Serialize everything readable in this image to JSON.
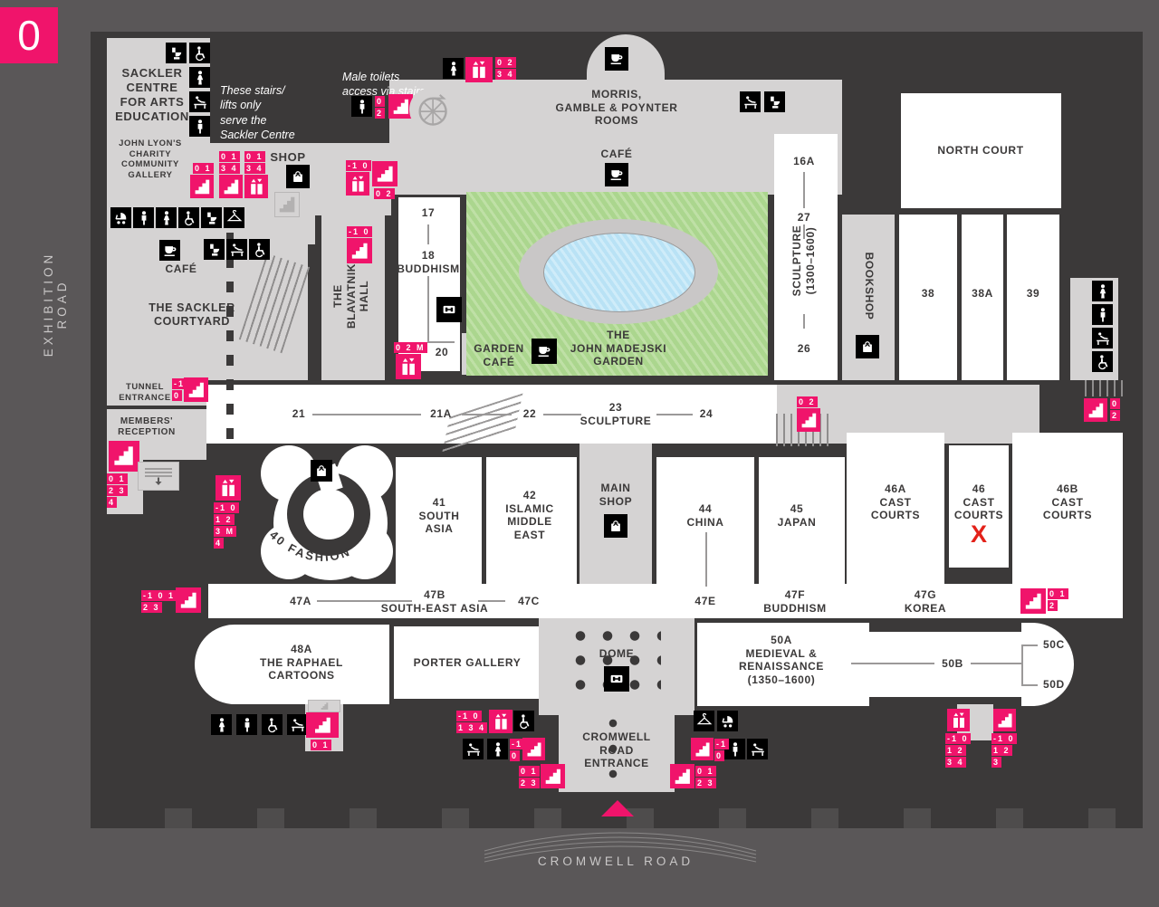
{
  "badge": "0",
  "streets": {
    "left": "EXHIBITION ROAD",
    "bottom": "CROMWELL ROAD"
  },
  "notes": {
    "sackler_stairs": "These stairs/\nlifts only\nserve the\nSackler Centre",
    "male_toilets": "Male toilets\naccess via stairs"
  },
  "labels": {
    "sackler_centre": "SACKLER\nCENTRE\nFOR ARTS\nEDUCATION",
    "john_lyons": "JOHN LYON'S\nCHARITY\nCOMMUNITY\nGALLERY",
    "shop": "SHOP",
    "morris": "MORRIS,\nGAMBLE & POYNTER\nROOMS",
    "cafe_top": "CAFÉ",
    "cafe_left": "CAFÉ",
    "sackler_courtyard": "THE SACKLER\nCOURTYARD",
    "tunnel": "TUNNEL\nENTRANCE",
    "members": "MEMBERS'\nRECEPTION",
    "blavatnik": "THE\nBLAVATNIK\nHALL",
    "r17": "17",
    "r18": "18\nBUDDHISM",
    "r20": "20",
    "garden_cafe": "GARDEN\nCAFÉ",
    "garden": "THE\nJOHN MADEJSKI\nGARDEN",
    "r16a": "16A",
    "r27": "27",
    "sculpture_vert": "SCULPTURE\n(1300–1600)",
    "r26": "26",
    "north_court": "NORTH COURT",
    "bookshop": "BOOKSHOP",
    "r38": "38",
    "r38a": "38A",
    "r39": "39",
    "r21": "21",
    "r21a": "21A",
    "r22": "22",
    "r23": "23\nSCULPTURE",
    "r24": "24",
    "fashion": "40 FASHION",
    "r41": "41\nSOUTH\nASIA",
    "r42": "42\nISLAMIC\nMIDDLE\nEAST",
    "main_shop": "MAIN\nSHOP",
    "r44": "44\nCHINA",
    "r45": "45\nJAPAN",
    "r46a": "46A\nCAST\nCOURTS",
    "r46": "46\nCAST\nCOURTS",
    "r46b": "46B\nCAST\nCOURTS",
    "closed_mark": "X",
    "r47a": "47A",
    "r47b": "47B\nSOUTH-EAST ASIA",
    "r47c": "47C",
    "r47e": "47E",
    "r47f": "47F\nBUDDHISM",
    "r47g": "47G\nKOREA",
    "r48a": "48A\nTHE RAPHAEL\nCARTOONS",
    "porter": "PORTER GALLERY",
    "dome": "DOME",
    "cromwell_entrance": "CROMWELL\nROAD\nENTRANCE",
    "r50a": "50A\nMEDIEVAL &\nRENAISSANCE\n(1350–1600)",
    "r50b": "50B",
    "r50c": "50C",
    "r50d": "50D"
  },
  "chips": {
    "sk1": {
      "rows": [
        "0 1"
      ]
    },
    "sk2": {
      "rows": [
        "0 1",
        "3 4"
      ]
    },
    "sk3": {
      "rows": [
        "0 1",
        "3 4"
      ]
    },
    "mt": {
      "rows": [
        "0",
        "2"
      ]
    },
    "wt": {
      "rows": [
        "0 2",
        "3 4"
      ]
    },
    "shop_lift": {
      "rows": [
        "-1 0"
      ]
    },
    "shop_stairs": {
      "rows": [
        "0 2"
      ]
    },
    "blav": {
      "rows": [
        "-1 0"
      ]
    },
    "r20lift": {
      "rows": [
        "0 2 M"
      ]
    },
    "tun": {
      "rows": [
        "-1",
        "0"
      ]
    },
    "mem": {
      "rows": [
        "0 1",
        "2 3",
        "4"
      ]
    },
    "memlift": {
      "rows": [
        "-1 0",
        "1 2",
        "3 M",
        "4"
      ]
    },
    "cor_l": {
      "rows": [
        "0 2"
      ]
    },
    "cor_r": {
      "rows": [
        "0",
        "2"
      ]
    },
    "f47l": {
      "rows": [
        "-1 0 1",
        "2 3"
      ]
    },
    "f47r": {
      "rows": [
        "0 1",
        "2"
      ]
    },
    "raph": {
      "rows": [
        "0 1"
      ]
    },
    "cwl1": {
      "rows": [
        "-1 0",
        "1 3 4"
      ]
    },
    "cwl2": {
      "rows": [
        "-1",
        "0"
      ]
    },
    "cwl3": {
      "rows": [
        "0 1",
        "2 3"
      ]
    },
    "cwr2": {
      "rows": [
        "-1",
        "0"
      ]
    },
    "cwr3": {
      "rows": [
        "0 1",
        "2 3"
      ]
    },
    "fr_lift": {
      "rows": [
        "-1 0",
        "1 2",
        "3 4"
      ]
    },
    "fr_stairs": {
      "rows": [
        "-1 0",
        "1 2",
        "3"
      ]
    }
  },
  "colors": {
    "pink": "#f0146b",
    "map_bg": "#3b3939",
    "outer_bg": "#5a5758",
    "room_gray": "#d5d3d3",
    "garden_green": "#abd68e",
    "pool_blue": "#b9e2f5",
    "closed_red": "#e32119"
  }
}
